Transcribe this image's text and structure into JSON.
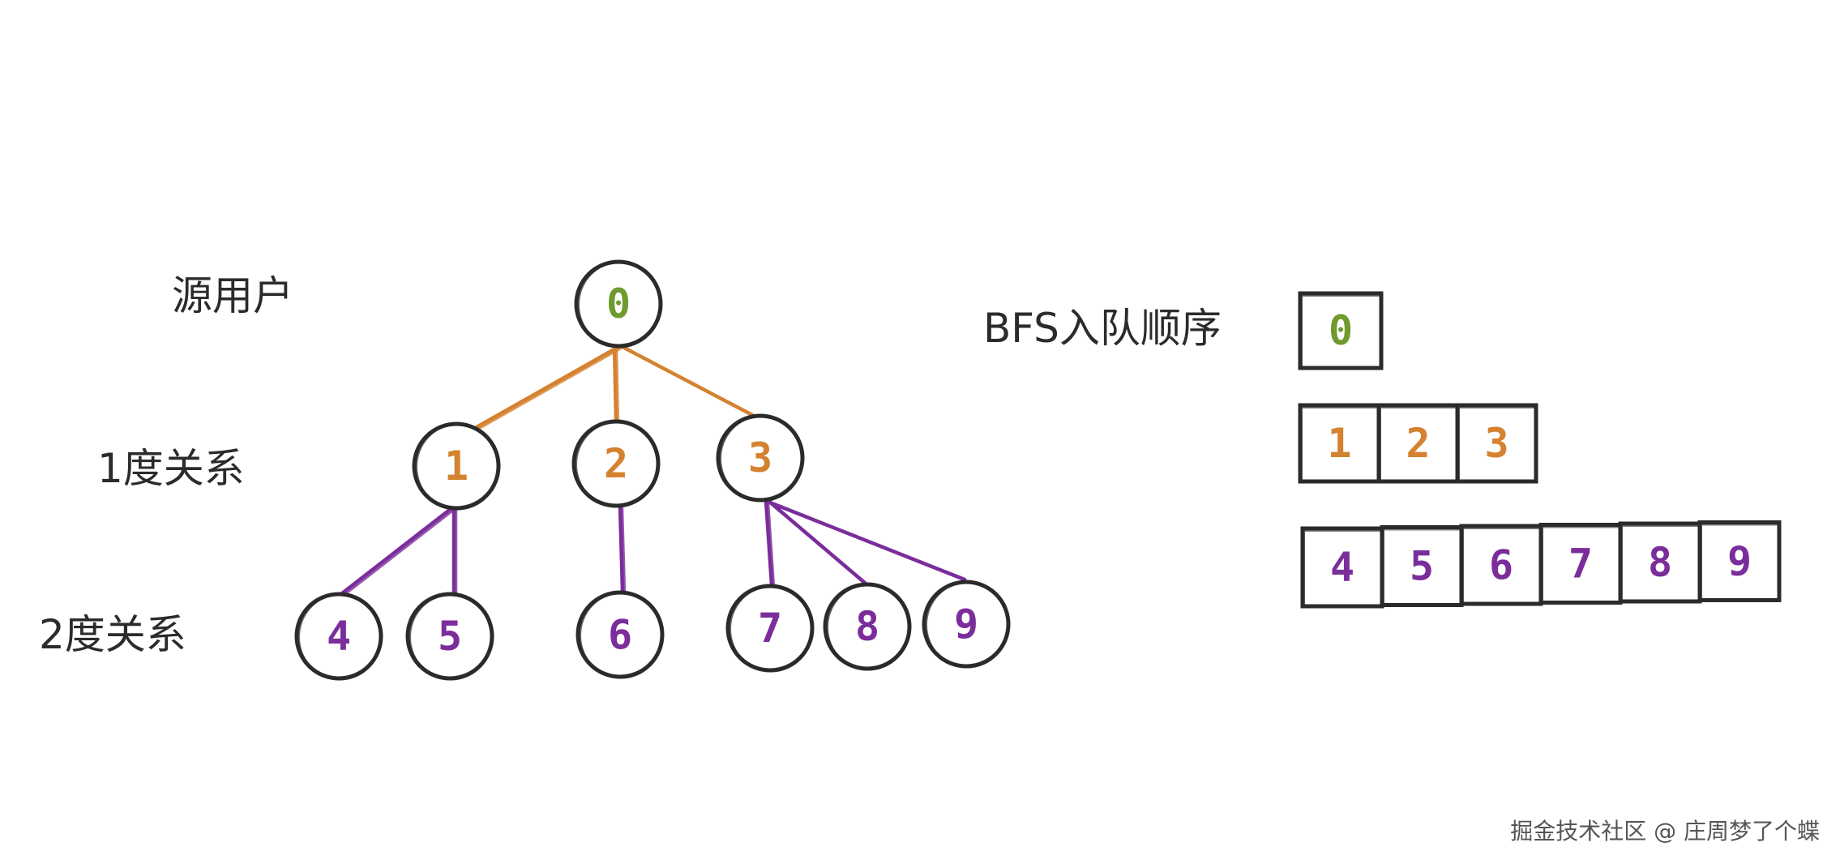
{
  "colors": {
    "stroke": "#2b2b2b",
    "level0": "#6f9a2e",
    "level1": "#d4822f",
    "level2": "#7b2d9b"
  },
  "labels": {
    "source_user": "源用户",
    "degree1": "1度关系",
    "degree2": "2度关系",
    "queue_title": "BFS入队顺序"
  },
  "tree": {
    "root": {
      "label": "0",
      "level": 0
    },
    "level1": [
      {
        "label": "1",
        "level": 1
      },
      {
        "label": "2",
        "level": 1
      },
      {
        "label": "3",
        "level": 1
      }
    ],
    "level2": [
      {
        "label": "4",
        "level": 2,
        "parent": "1"
      },
      {
        "label": "5",
        "level": 2,
        "parent": "1"
      },
      {
        "label": "6",
        "level": 2,
        "parent": "2"
      },
      {
        "label": "7",
        "level": 2,
        "parent": "3"
      },
      {
        "label": "8",
        "level": 2,
        "parent": "3"
      },
      {
        "label": "9",
        "level": 2,
        "parent": "3"
      }
    ]
  },
  "queue": {
    "rows": [
      {
        "level": 0,
        "items": [
          "0"
        ]
      },
      {
        "level": 1,
        "items": [
          "1",
          "2",
          "3"
        ]
      },
      {
        "level": 2,
        "items": [
          "4",
          "5",
          "6",
          "7",
          "8",
          "9"
        ]
      }
    ]
  },
  "watermark": "掘金技术社区 @ 庄周梦了个蝶"
}
